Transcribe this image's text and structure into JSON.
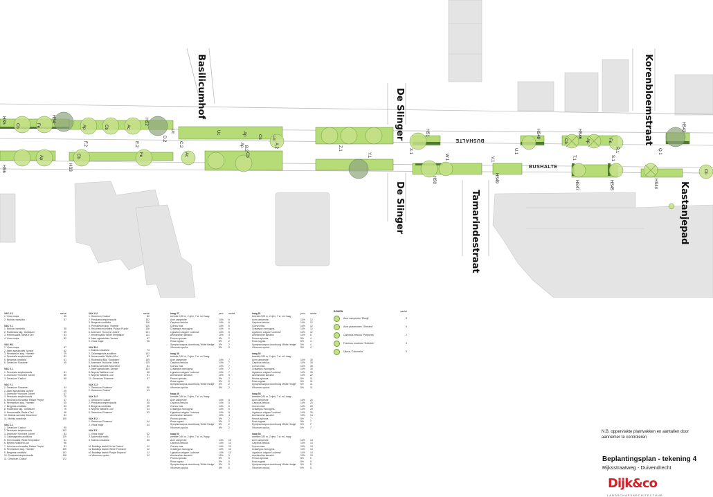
{
  "streets": {
    "basilicumhof": "Basilicumhof",
    "de_slinger_n": "De Slinger",
    "de_slinger_s": "De Slinger",
    "korenbloemstraat": "Korenbloemstraat",
    "tamarindestraat": "Tamarindestraat",
    "kastanjepad": "Kastanjepad",
    "bushalte_n": "BUSHALTE",
    "bushalte_s": "BUSHALTE"
  },
  "plan_labels": {
    "hs5": "HS5",
    "hs4": "HS4",
    "hs2": "HS2",
    "hs6": "HS6",
    "hs3": "HS3",
    "hs51": "HS1",
    "hs48": "HS48",
    "hs46": "HS46",
    "hs43": "HS43",
    "hs50": "HS0",
    "hs49": "HS49",
    "hs47": "HS47",
    "hs45": "HS45",
    "hs44": "HS44",
    "cb1": "Cb",
    "fe1": "Fe",
    "ap1": "Ap",
    "cb2": "Cb",
    "ac1": "Ac",
    "uc1": "Uc",
    "d2": "D.2",
    "uc2": "Uc",
    "ap2": "Ap",
    "ap3": "Ap",
    "cb3": "Cb",
    "uc3": "Uc",
    "ap4": "Ap",
    "cb4": "Cb",
    "f2": "F.2",
    "e2": "E.2",
    "fe2": "Fe",
    "c2": "C.2",
    "ac2": "Ac",
    "b2": "B.2",
    "a2": "A.2",
    "cb5": "Cb",
    "ap5": "Ap",
    "z1": "Z.1",
    "y1": "Y.1",
    "x1": "X.1",
    "w1": "W.1",
    "v1": "V.1",
    "u1": "U.1",
    "cb6": "Cb",
    "ap6": "Ap",
    "fe3": "Fe",
    "r1": "R.1",
    "q1": "Q.1",
    "t1": "T.1",
    "s1": "S.1",
    "cb7": "Cb"
  },
  "col1": [
    {
      "vak": "VAK U.1",
      "hdr": "aantal",
      "rows": [
        [
          "1. Vinca major",
          "35"
        ],
        [
          "2. Molinia rosssfolia",
          "57"
        ]
      ]
    },
    {
      "vak": "VAK V.1",
      "rows": [
        [
          "1. Molinia rosssfolia",
          "38"
        ],
        [
          "2. Rudbeckia fulg. 'Goldsturm'",
          "69"
        ],
        [
          "3. Hemerocallis 'Stella d'Oro'",
          "53"
        ],
        [
          "4. Vinca major",
          "52"
        ]
      ]
    },
    {
      "vak": "VAK W.1",
      "rows": [
        [
          "1. Vinca major",
          "67"
        ],
        [
          "2. Aster ageratoides 'Asmoe'",
          "62"
        ],
        [
          "3. Pennisetum alop. 'Hameln'",
          "19"
        ],
        [
          "4. Persicaria amplexicaulis",
          "81"
        ],
        [
          "5. Bergenia cordifolia",
          "61"
        ],
        [
          "6. Geranium 'Rozanne'",
          "45"
        ]
      ]
    },
    {
      "vak": "VAK X.1",
      "rows": [
        [
          "1. Persicaria amplexicaulis",
          "61"
        ],
        [
          "2. Anemone 'Honorine Jobert'",
          "80"
        ],
        [
          "3. Geranium 'Czakor'",
          "68"
        ]
      ]
    },
    {
      "vak": "VAK Y.1",
      "rows": [
        [
          "1. Geranium 'Rozanne'",
          "43"
        ],
        [
          "2. Aster ageratoides 'Asmoe'",
          "29"
        ],
        [
          "3. Anemone 'Honorine Jobert'",
          "67"
        ],
        [
          "4. Persicaria amplexicaulis",
          "70"
        ],
        [
          "5. Heuchera micrantha 'Palace Purple'",
          "47"
        ],
        [
          "6. Pennisetum alop. 'Hameln'",
          "45"
        ],
        [
          "7. Bergenia cordifolia",
          "63"
        ],
        [
          "8. Rudbeckia fulg. 'Goldsturm'",
          "75"
        ],
        [
          "9. Hemerocallis 'Stella d'Oro'",
          "46"
        ],
        [
          "10. Molinia caerulea 'Moorhexe'",
          "81"
        ],
        [
          "11. Molinia rosssfolia",
          "105"
        ]
      ]
    },
    {
      "vak": "VAK Z.1",
      "rows": [
        [
          "1. Geranium 'Czakor'",
          "95"
        ],
        [
          "2. Persicaria amplexicaulis",
          "102"
        ],
        [
          "3. Anemone 'Honorine Jobert'",
          "83"
        ],
        [
          "4. Calamagrostis acutiflora",
          "129"
        ],
        [
          "5. Hemerocallis 'White Temptation'",
          "61"
        ],
        [
          "6. Nepeta 'Walkers Low'",
          "96"
        ],
        [
          "7. Heuchera micrantha 'Palace Purple'",
          "91"
        ],
        [
          "8. Pennisetum alop. 'Hameln'",
          "109"
        ],
        [
          "9. Bergenia cordifolia",
          "102"
        ],
        [
          "10. Persicaria amplexicaulis",
          "118"
        ],
        [
          "11. Geranium 'Czakor'",
          "172"
        ]
      ]
    }
  ],
  "col2": [
    {
      "vak": "VAK A.2",
      "hdr": "aantal",
      "rows": [
        [
          "1. Geranium 'Czakor'",
          "82"
        ],
        [
          "2. Persicaria amplexicaulis",
          "142"
        ],
        [
          "3. Bergenia cordifolia",
          "116"
        ],
        [
          "4. Pennisetum alop. 'Hameln'",
          "120"
        ],
        [
          "5. Heuchera micrantha 'Palace Purple'",
          "136"
        ],
        [
          "6. Anemone 'Honorine Jobert'",
          "121"
        ],
        [
          "7. Hemerocallis 'White Temptation'",
          "111"
        ],
        [
          "8. Aster ageratoides 'Asmoe'",
          "67"
        ],
        [
          "9. Vinca major",
          "96"
        ]
      ]
    },
    {
      "vak": "VAK B.2",
      "rows": [
        [
          "1. Molinia rosssfolia",
          "74"
        ],
        [
          "2. Calamagrostis acutiflora",
          "102"
        ],
        [
          "3. Hemerocallis 'Stella d'Oro'",
          "87"
        ],
        [
          "4. Rudbeckia fulg. 'Goldsturm'",
          "149"
        ],
        [
          "5. Anemone 'Honorine Jobert'",
          "119"
        ],
        [
          "6. Molinia caerulea 'Moorhexe'",
          "81"
        ],
        [
          "7. Aster ageratoides 'Asmoe'",
          "123"
        ],
        [
          "8. Nepeta 'Walkers Low'",
          "68"
        ],
        [
          "9. Nepeta 'Walkers Low'",
          "91"
        ],
        [
          "10. Geranium 'Rozanne'",
          "67"
        ]
      ]
    },
    {
      "vak": "VAK C.2",
      "rows": [
        [
          "1. Geranium 'Rozanne'",
          "96"
        ],
        [
          "2. Geranium 'Czakor'",
          "43"
        ]
      ]
    },
    {
      "vak": "VAK D.2",
      "rows": [
        [
          "1. Geranium 'Czakor'",
          "51"
        ],
        [
          "2. Persicaria amplexicaulis",
          "38"
        ],
        [
          "3. Bergenia cordifolia",
          "39"
        ],
        [
          "4. Nepeta 'Walkers Low'",
          "34"
        ],
        [
          "5. Geranium 'Rozanne'",
          "53"
        ]
      ]
    },
    {
      "vak": "VAK E.2",
      "rows": [
        [
          "1. Geranium 'Rozanne'",
          "44"
        ],
        [
          "2. Vinca major",
          "44"
        ]
      ]
    },
    {
      "vak": "VAK F.2",
      "rows": [
        [
          "1. Vinca major",
          "32"
        ],
        [
          "2. Alchemilla mollis",
          "41"
        ],
        [
          "3. Molinia rosssfolia",
          "55"
        ]
      ]
    },
    {
      "vak": "",
      "rows": [
        [
          "b1 Buddleja davidii 'Ile de France'",
          "12"
        ],
        [
          "b2 Buddleja davidii 'White Profusion'",
          "12"
        ],
        [
          "b3 Buddleja davidii 'Purple Emperor'",
          "12"
        ],
        [
          "vo Viburnum opulus",
          "12"
        ]
      ]
    }
  ],
  "col3": [
    {
      "vak": "haag 47",
      "hdr": [
        "perc.",
        "aantal"
      ],
      "sub": "breedte 0,80 m,  2 rijen, 7 st. m1 haag",
      "rows": [
        [
          "Acer campestre",
          "14%",
          "6"
        ],
        [
          "Carpinus betulus",
          "14%",
          "6"
        ],
        [
          "Cornus mas",
          "14%",
          "6"
        ],
        [
          "Crataegus monogyna",
          "14%",
          "6"
        ],
        [
          "Ligustrum vulgare 'Lodense'",
          "14%",
          "6"
        ],
        [
          "Amelanchier lamarkii",
          "10%",
          "4"
        ],
        [
          "Prunus spinosa",
          "5%",
          "2"
        ],
        [
          "Rosa rugosa",
          "5%",
          "2"
        ],
        [
          "Symphoricarpos doorriboosj 'White Hedge'",
          "5%",
          "2"
        ],
        [
          "Viburnum opulus",
          "5%",
          "2"
        ]
      ]
    },
    {
      "vak": "haag 48",
      "sub": "breedte 0,80 m,  2 rijen, 7 st. m1 haag",
      "rows": [
        [
          "Acer campestre",
          "14%",
          "7"
        ],
        [
          "Carpinus betulus",
          "14%",
          "7"
        ],
        [
          "Cornus mas",
          "14%",
          "7"
        ],
        [
          "Crataegus monogyna",
          "14%",
          "7"
        ],
        [
          "Ligustrum vulgare 'Lodense'",
          "14%",
          "7"
        ],
        [
          "Amelanchier lamarkii",
          "10%",
          "5"
        ],
        [
          "Prunus spinosa",
          "5%",
          "2"
        ],
        [
          "Rosa rugosa",
          "5%",
          "2"
        ],
        [
          "Symphoricarpos doorriboosj 'White Hedge'",
          "5%",
          "2"
        ],
        [
          "Viburnum opulus",
          "5%",
          "2"
        ]
      ]
    },
    {
      "vak": "haag 49",
      "sub": "breedte 0,80 m,  2 rijen, 7 st. m1 haag",
      "rows": [
        [
          "Acer campestre",
          "14%",
          "5"
        ],
        [
          "Carpinus betulus",
          "14%",
          "5"
        ],
        [
          "Cornus mas",
          "14%",
          "5"
        ],
        [
          "Crataegus monogyna",
          "14%",
          "5"
        ],
        [
          "Ligustrum vulgare 'Lodense'",
          "14%",
          "5"
        ],
        [
          "Amelanchier lamarkii",
          "10%",
          "4"
        ],
        [
          "Prunus spinosa",
          "5%",
          "2"
        ],
        [
          "Rosa rugosa",
          "5%",
          "2"
        ],
        [
          "Symphoricarpos doorriboosj 'White Hedge'",
          "5%",
          "2"
        ],
        [
          "Viburnum opulus",
          "5%",
          "2"
        ]
      ]
    },
    {
      "vak": "haag 50",
      "sub": "breedte 0,80 m,  2 rijen, 7 st. m1 haag",
      "rows": [
        [
          "Acer campestre",
          "14%",
          "13"
        ],
        [
          "Carpinus betulus",
          "14%",
          "13"
        ],
        [
          "Cornus mas",
          "14%",
          "13"
        ],
        [
          "Crataegus monogyna",
          "14%",
          "13"
        ],
        [
          "Ligustrum vulgare 'Lodense'",
          "14%",
          "13"
        ],
        [
          "Amelanchier lamarkii",
          "10%",
          "9"
        ],
        [
          "Prunus spinosa",
          "5%",
          "5"
        ],
        [
          "Rosa rugosa",
          "5%",
          "5"
        ],
        [
          "Symphoricarpos doorriboosj 'White Hedge'",
          "5%",
          "5"
        ],
        [
          "Viburnum opulus",
          "5%",
          "5"
        ]
      ]
    }
  ],
  "col4": [
    {
      "vak": "haag 51",
      "hdr": [
        "perc.",
        "aantal"
      ],
      "sub": "breedte 0,80 m,  2 rijen, 7 st. m1 haag",
      "rows": [
        [
          "Acer campestre",
          "14%",
          "12"
        ],
        [
          "Carpinus betulus",
          "14%",
          "12"
        ],
        [
          "Cornus mas",
          "14%",
          "12"
        ],
        [
          "Crataegus monogyna",
          "14%",
          "12"
        ],
        [
          "Ligustrum vulgare 'Lodense'",
          "14%",
          "12"
        ],
        [
          "Amelanchier lamarkii",
          "10%",
          "8"
        ],
        [
          "Prunus spinosa",
          "5%",
          "4"
        ],
        [
          "Rosa rugosa",
          "5%",
          "4"
        ],
        [
          "Symphoricarpos doorriboosj 'White Hedge'",
          "5%",
          "4"
        ],
        [
          "Viburnum opulus",
          "5%",
          "4"
        ]
      ]
    },
    {
      "vak": "haag 52",
      "sub": "breedte 0,80 m,  2 rijen, 7 st. m1 haag",
      "rows": [
        [
          "Acer campestre",
          "14%",
          "30"
        ],
        [
          "Carpinus betulus",
          "14%",
          "30"
        ],
        [
          "Cornus mas",
          "14%",
          "30"
        ],
        [
          "Crataegus monogyna",
          "14%",
          "30"
        ],
        [
          "Ligustrum vulgare 'Lodense'",
          "14%",
          "30"
        ],
        [
          "Amelanchier lamarkii",
          "10%",
          "22"
        ],
        [
          "Prunus spinosa",
          "5%",
          "11"
        ],
        [
          "Rosa rugosa",
          "5%",
          "11"
        ],
        [
          "Symphoricarpos doorriboosj 'White Hedge'",
          "5%",
          "11"
        ],
        [
          "Viburnum opulus",
          "5%",
          "11"
        ]
      ]
    },
    {
      "vak": "haag 53",
      "sub": "breedte 0,80 m,  2 rijen, 7 st. m1 haag",
      "rows": [
        [
          "Acer campestre",
          "14%",
          "20"
        ],
        [
          "Carpinus betulus",
          "14%",
          "20"
        ],
        [
          "Cornus mas",
          "14%",
          "20"
        ],
        [
          "Crataegus monogyna",
          "14%",
          "20"
        ],
        [
          "Ligustrum vulgare 'Lodense'",
          "14%",
          "20"
        ],
        [
          "Amelanchier lamarkii",
          "10%",
          "14"
        ],
        [
          "Prunus spinosa",
          "5%",
          "7"
        ],
        [
          "Rosa rugosa",
          "5%",
          "7"
        ],
        [
          "Symphoricarpos doorriboosj 'White Hedge'",
          "5%",
          "7"
        ],
        [
          "Viburnum opulus",
          "5%",
          "7"
        ]
      ]
    },
    {
      "vak": "haag 54",
      "sub": "breedte 0,80 m,  2 rijen, 7 st. m1 haag",
      "rows": [
        [
          "Acer campestre",
          "14%",
          "14"
        ],
        [
          "Carpinus betulus",
          "14%",
          "14"
        ],
        [
          "Cornus mas",
          "14%",
          "14"
        ],
        [
          "Crataegus monogyna",
          "14%",
          "14"
        ],
        [
          "Ligustrum vulgare 'Lodense'",
          "14%",
          "14"
        ],
        [
          "Amelanchier lamarkii",
          "10%",
          "10"
        ],
        [
          "Prunus spinosa",
          "5%",
          "5"
        ],
        [
          "Rosa rugosa",
          "5%",
          "5"
        ],
        [
          "Symphoricarpos doorriboosj 'White Hedge'",
          "5%",
          "5"
        ],
        [
          "Viburnum opulus",
          "5%",
          "5"
        ]
      ]
    }
  ],
  "bomen": {
    "title": "BOMEN",
    "hdr": "aantal",
    "items": [
      [
        "Acer campestre 'Elsrijk'",
        "3"
      ],
      [
        "Acer platanoides 'Olmsted'",
        "6"
      ],
      [
        "Carpinus betulus 'Purpurea'",
        "2"
      ],
      [
        "Fraxinus excelsior 'Geesink'",
        "3"
      ],
      [
        "Ulmus 'Columella'",
        "5"
      ]
    ]
  },
  "note": "N.B. oppervlakte plantvakken en aantallen door aannemer te controleren",
  "title_block": {
    "title": "Beplantingsplan - tekening 4",
    "subtitle": "Rijksstraatweg - Duivendrecht",
    "logo": "Dijk&co",
    "logo_tag": "LANDSCHAPSARCHITECTUUR"
  },
  "colors": {
    "plant_fill": "#b6dc78",
    "plant_dark": "#4f7a2d",
    "tree_fill": "#c6e08a",
    "building": "#e3e3e3",
    "hatch": "#6f8f4c"
  }
}
